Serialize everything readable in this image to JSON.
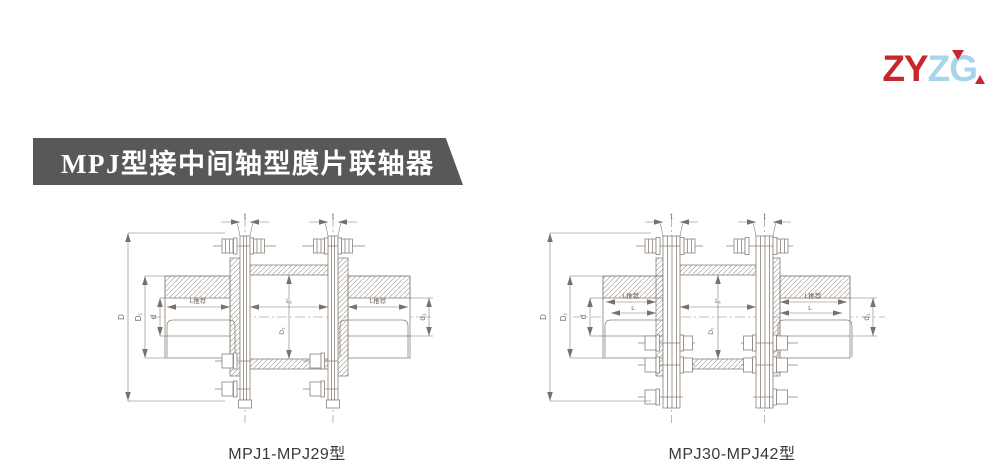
{
  "logo": {
    "part1": "ZY",
    "part2": "ZG",
    "red": "#C9252C",
    "blue": "#A7D5EC"
  },
  "banner": {
    "title": "MPJ型接中间轴型膜片联轴器",
    "background": "#595757",
    "text_color": "#ffffff"
  },
  "drawing": {
    "line_color": "#8a8078"
  },
  "figures": [
    {
      "caption": "MPJ1-MPJ29型",
      "labels": {
        "D": "D",
        "D1": "D₁",
        "d": "d",
        "t": "t",
        "Ltj": "L推荐",
        "L1": "L₁",
        "D2": "D₂",
        "d1": "d₁"
      }
    },
    {
      "caption": "MPJ30-MPJ42型",
      "labels": {
        "D": "D",
        "D1": "D₁",
        "d": "d",
        "t": "t",
        "Ltj": "L推荐",
        "L": "L",
        "L1": "L₁",
        "D2": "D₂",
        "d1": "d₁"
      }
    }
  ]
}
